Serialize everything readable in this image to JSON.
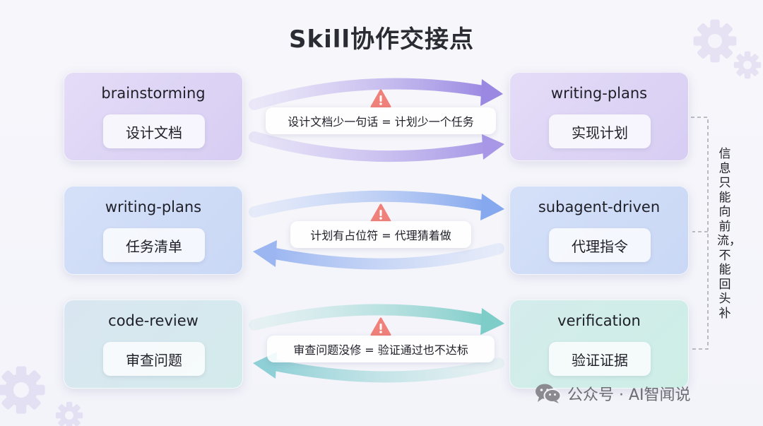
{
  "title": "Skill协作交接点",
  "rows": [
    {
      "left": {
        "title": "brainstorming",
        "chip": "设计文档"
      },
      "right": {
        "title": "writing-plans",
        "chip": "实现计划"
      },
      "note": "设计文档少一句话 = 计划少一个任务"
    },
    {
      "left": {
        "title": "writing-plans",
        "chip": "任务清单"
      },
      "right": {
        "title": "subagent-driven",
        "chip": "代理指令"
      },
      "note": "计划有占位符 = 代理猜着做"
    },
    {
      "left": {
        "title": "code-review",
        "chip": "审查问题"
      },
      "right": {
        "title": "verification",
        "chip": "验证证据"
      },
      "note": "审查问题没修 = 验证通过也不达标"
    }
  ],
  "side_note": "信息只能向前流，不能回头补",
  "watermark": "公众号 · AI智闻说",
  "colors": {
    "row1_arrow": "#a99be6",
    "row2_arrow": "#93b3ef",
    "row3_arrow": "#8fd3d0",
    "warning": "#f0817a"
  }
}
